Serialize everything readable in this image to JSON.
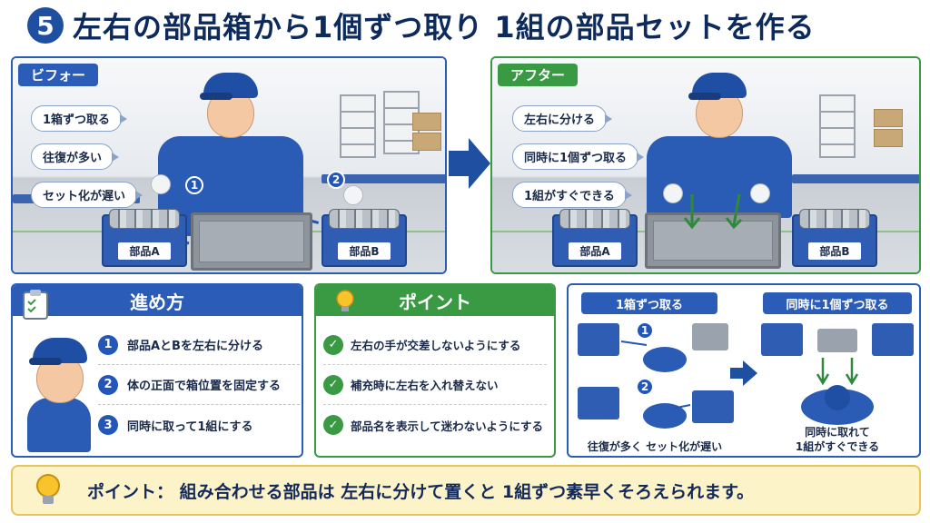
{
  "title": {
    "number": "5",
    "text": "左右の部品箱から1個ずつ取り 1組の部品セットを作る"
  },
  "before": {
    "tag": "ビフォー",
    "bubbles": [
      "1箱ずつ取る",
      "往復が多い",
      "セット化が遅い"
    ],
    "bin_a": "部品A",
    "bin_b": "部品B",
    "marks": [
      "1",
      "2"
    ]
  },
  "after": {
    "tag": "アフター",
    "bubbles": [
      "左右に分ける",
      "同時に1個ずつ取る",
      "1組がすぐできる"
    ],
    "bin_a": "部品A",
    "bin_b": "部品B"
  },
  "steps": {
    "title": "進め方",
    "items": [
      {
        "num": "1",
        "text": "部品AとBを左右に分ける"
      },
      {
        "num": "2",
        "text": "体の正面で箱位置を固定する"
      },
      {
        "num": "3",
        "text": "同時に取って1組にする"
      }
    ]
  },
  "points": {
    "title": "ポイント",
    "items": [
      "左右の手が交差しないようにする",
      "補充時に左右を入れ替えない",
      "部品名を表示して迷わないようにする"
    ]
  },
  "compare": {
    "left_label": "1箱ずつ取る",
    "right_label": "同時に1個ずつ取る",
    "left_caption": "往復が多く セット化が遅い",
    "right_caption_1": "同時に取れて",
    "right_caption_2": "1組がすぐできる",
    "marks": [
      "1",
      "2"
    ]
  },
  "footer": {
    "text": "ポイント： 組み合わせる部品は 左右に分けて置くと 1組ずつ素早くそろえられます。"
  },
  "colors": {
    "primary_blue": "#2b5cb8",
    "accent_green": "#3a9a44",
    "footer_bg": "#fdf3c8"
  },
  "icons": [
    "clipboard-icon",
    "lightbulb-icon",
    "check-icon",
    "right-arrow-icon"
  ]
}
